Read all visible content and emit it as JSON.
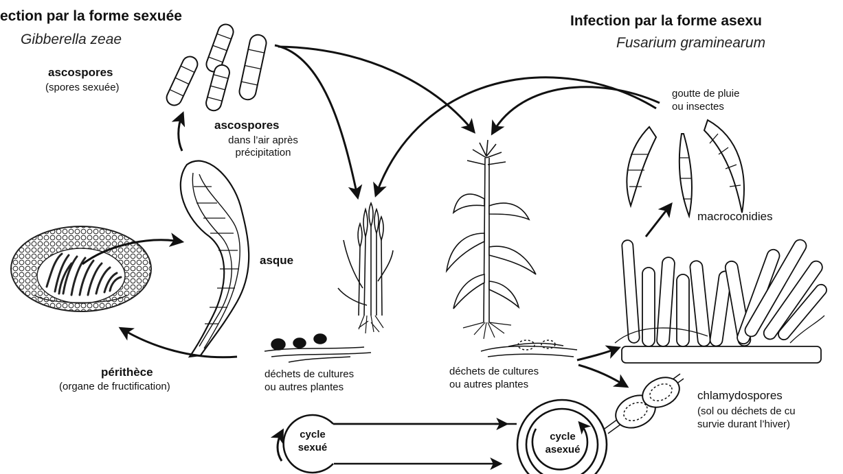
{
  "sexual": {
    "title": "ection par la forme sexuée",
    "species": "Gibberella zeae",
    "ascospores_title": "ascospores",
    "ascospores_sub": "(spores sexuée)",
    "air_title": "ascospores",
    "air_line1": "dans l’air après",
    "air_line2": "précipitation",
    "asque": "asque",
    "perithece_title": "périthèce",
    "perithece_sub": "(organe de fructification)"
  },
  "asexual": {
    "title": "Infection par la forme asexu",
    "species": "Fusarium graminearum",
    "rain_line1": "goutte de pluie",
    "rain_line2": "ou insectes",
    "macroconidia": "macroconidies",
    "chlamy_title": "chlamydospores",
    "chlamy_line1": "(sol ou déchets de cu",
    "chlamy_line2": "survie durant l’hiver)"
  },
  "debris": {
    "left_line1": "déchets de cultures",
    "left_line2": "ou autres plantes",
    "right_line1": "déchets de cultures",
    "right_line2": "ou autres plantes"
  },
  "cycles": {
    "sexual_line1": "cycle",
    "sexual_line2": "sexué",
    "asexual_line1": "cycle",
    "asexual_line2": "asexué"
  }
}
